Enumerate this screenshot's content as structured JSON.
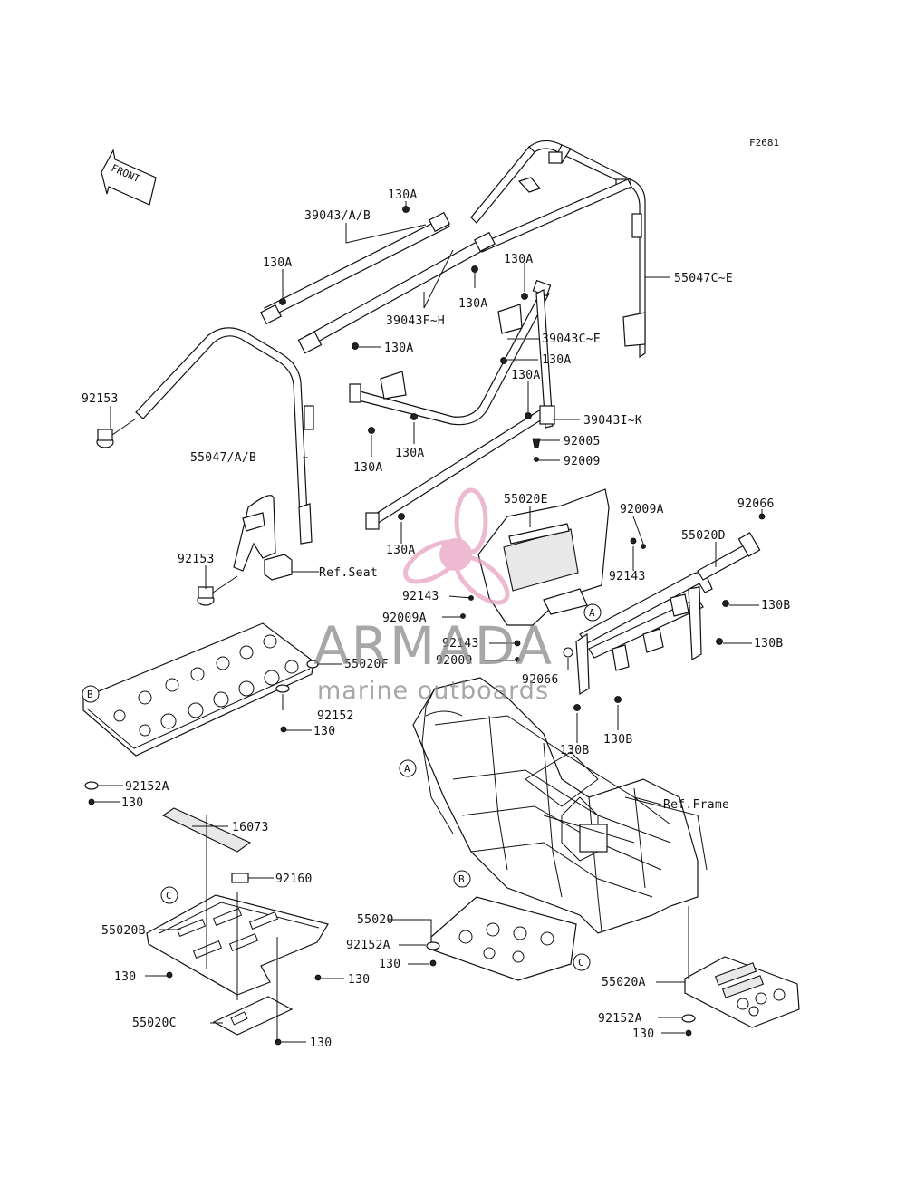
{
  "figure_code": "F2681",
  "front_arrow_text": "FRONT",
  "colors": {
    "line": "#111111",
    "watermark_text": "#8a8a8a",
    "watermark_logo": "#e7a3c3"
  },
  "watermark": {
    "brand": "ARMADA",
    "tagline": "marine outboards"
  },
  "callouts": {
    "c_130A_1": "130A",
    "c_39043AB": "39043/A/B",
    "c_130A_2": "130A",
    "c_39043FH": "39043F~H",
    "c_130A_3": "130A",
    "c_130A_4": "130A",
    "c_130A_5": "130A",
    "c_55047CE": "55047C~E",
    "c_39043CE": "39043C~E",
    "c_130A_6": "130A",
    "c_130A_7": "130A",
    "c_92153_1": "92153",
    "c_39043IK": "39043I~K",
    "c_92005": "92005",
    "c_55047AB": "55047/A/B",
    "c_130A_8": "130A",
    "c_130A_9": "130A",
    "c_92009": "92009",
    "c_55020E": "55020E",
    "c_92009A_1": "92009A",
    "c_92066_1": "92066",
    "c_130A_10": "130A",
    "c_55020D": "55020D",
    "c_92153_2": "92153",
    "c_refseat": "Ref.Seat",
    "c_92143_1": "92143",
    "c_92143_2": "92143",
    "c_130B_1": "130B",
    "c_92009A_2": "92009A",
    "c_130B_2": "130B",
    "c_92143_3": "92143",
    "c_55020F": "55020F",
    "c_92009_2": "92009",
    "c_92066_2": "92066",
    "c_92152": "92152",
    "c_130_1": "130",
    "c_130B_3": "130B",
    "c_130B_4": "130B",
    "c_92152A_1": "92152A",
    "c_130_2": "130",
    "c_refframe": "Ref.Frame",
    "c_16073": "16073",
    "c_92160": "92160",
    "c_55020B": "55020B",
    "c_55020": "55020",
    "c_92152A_2": "92152A",
    "c_130_3": "130",
    "c_130_4": "130",
    "c_130_5": "130",
    "c_55020A": "55020A",
    "c_55020C": "55020C",
    "c_92152A_3": "92152A",
    "c_130_6": "130",
    "c_130_7": "130"
  },
  "refs": {
    "A": "A",
    "B": "B",
    "C": "C"
  }
}
